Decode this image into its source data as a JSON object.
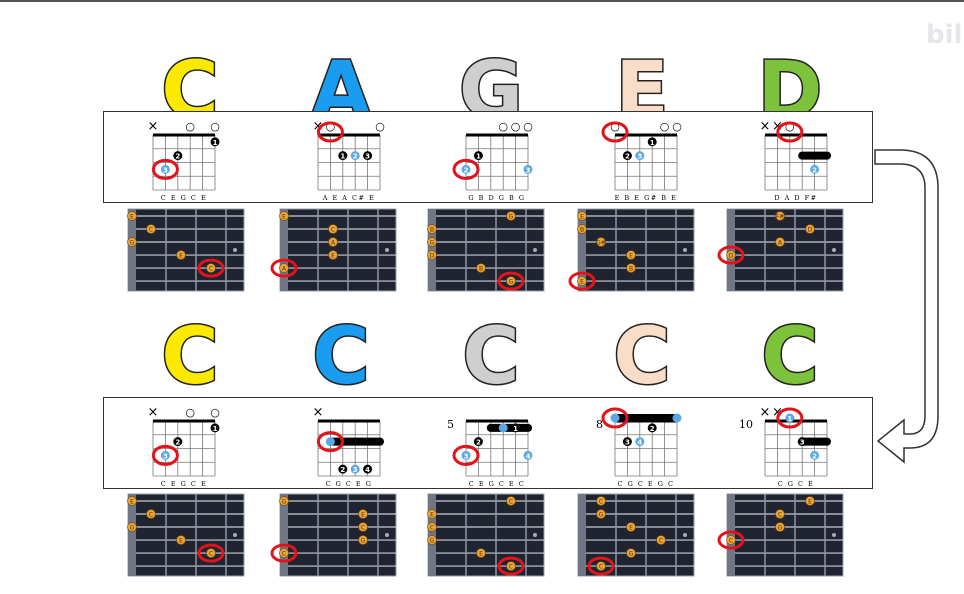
{
  "watermark": "bili",
  "colors": {
    "yellow": "#fbea00",
    "blue": "#1a9df0",
    "gray": "#cfcfcf",
    "peach": "#f9ddc8",
    "green": "#7cc23b",
    "red": "#e3131b",
    "note": "#5aa9e6",
    "fretboard": "#1f2430"
  },
  "row1": [
    {
      "letter": "C",
      "color": "yellow",
      "opens": [
        "×",
        "",
        "",
        "○",
        "",
        "○"
      ],
      "notes": "C E G C E",
      "dots": [
        {
          "s": 2,
          "f": 2,
          "t": "2"
        },
        {
          "s": 5,
          "f": 1,
          "t": "1"
        }
      ],
      "rdots": [
        {
          "s": 1,
          "f": 3,
          "t": "3"
        }
      ],
      "circ": [
        {
          "s": 1,
          "f": 3
        }
      ],
      "bar": null,
      "fretno": ""
    },
    {
      "letter": "A",
      "color": "blue",
      "opens": [
        "×",
        "○",
        "",
        "",
        "",
        "○"
      ],
      "notes": "A E A C# E",
      "dots": [
        {
          "s": 2,
          "f": 2,
          "t": "1"
        },
        {
          "s": 4,
          "f": 2,
          "t": "3"
        }
      ],
      "rdots": [
        {
          "s": 3,
          "f": 2,
          "t": "2"
        }
      ],
      "circ": [
        {
          "s": 1,
          "f": 0
        }
      ],
      "bar": null,
      "fretno": ""
    },
    {
      "letter": "G",
      "color": "gray",
      "opens": [
        "",
        "",
        "",
        "○",
        "○",
        "○"
      ],
      "notes": "G B D G B G",
      "dots": [
        {
          "s": 1,
          "f": 2,
          "t": "1"
        }
      ],
      "rdots": [
        {
          "s": 0,
          "f": 3,
          "t": "2"
        },
        {
          "s": 5,
          "f": 3,
          "t": "3"
        }
      ],
      "circ": [
        {
          "s": 0,
          "f": 3
        }
      ],
      "bar": null,
      "fretno": ""
    },
    {
      "letter": "E",
      "color": "peach",
      "opens": [
        "○",
        "",
        "",
        "",
        "○",
        "○"
      ],
      "notes": "E B E G# B E",
      "dots": [
        {
          "s": 1,
          "f": 2,
          "t": "2"
        },
        {
          "s": 3,
          "f": 1,
          "t": "1"
        }
      ],
      "rdots": [
        {
          "s": 2,
          "f": 2,
          "t": "3"
        }
      ],
      "circ": [
        {
          "s": 0,
          "f": 0
        }
      ],
      "bar": null,
      "fretno": ""
    },
    {
      "letter": "D",
      "color": "green",
      "opens": [
        "×",
        "×",
        "○",
        "",
        "",
        ""
      ],
      "notes": "D A D F#",
      "dots": [],
      "rdots": [
        {
          "s": 4,
          "f": 3,
          "t": "2"
        }
      ],
      "circ": [
        {
          "s": 2,
          "f": 0
        }
      ],
      "bar": {
        "f": 2,
        "from": 3,
        "to": 5
      },
      "fretno": ""
    }
  ],
  "row2": [
    {
      "letter": "C",
      "color": "yellow",
      "opens": [
        "×",
        "",
        "",
        "○",
        "",
        "○"
      ],
      "notes": "C E G C E",
      "dots": [
        {
          "s": 2,
          "f": 2,
          "t": "2"
        },
        {
          "s": 5,
          "f": 1,
          "t": "1"
        }
      ],
      "rdots": [
        {
          "s": 1,
          "f": 3,
          "t": "3"
        }
      ],
      "circ": [
        {
          "s": 1,
          "f": 3
        }
      ],
      "bar": null,
      "fretno": ""
    },
    {
      "letter": "C",
      "color": "blue",
      "opens": [
        "×",
        "",
        "",
        "",
        "",
        ""
      ],
      "notes": "C G C E G",
      "dots": [
        {
          "s": 2,
          "f": 4,
          "t": "2"
        },
        {
          "s": 4,
          "f": 4,
          "t": "4"
        }
      ],
      "rdots": [
        {
          "s": 1,
          "f": 2,
          "t": ""
        },
        {
          "s": 3,
          "f": 4,
          "t": "3"
        }
      ],
      "circ": [
        {
          "s": 1,
          "f": 2
        }
      ],
      "bar": {
        "f": 2,
        "from": 1,
        "to": 5
      },
      "fretno": ""
    },
    {
      "letter": "C",
      "color": "gray",
      "opens": [
        "",
        "",
        "",
        "",
        "",
        ""
      ],
      "notes": "C E G C E C",
      "dots": [
        {
          "s": 1,
          "f": 2,
          "t": "2"
        },
        {
          "s": 4,
          "f": 1,
          "t": "1"
        }
      ],
      "rdots": [
        {
          "s": 0,
          "f": 3,
          "t": "3"
        },
        {
          "s": 5,
          "f": 3,
          "t": "4"
        },
        {
          "s": 3,
          "f": 1,
          "t": ""
        }
      ],
      "circ": [
        {
          "s": 0,
          "f": 3
        }
      ],
      "bar": {
        "f": 1,
        "from": 2,
        "to": 5
      },
      "fretno": "5"
    },
    {
      "letter": "C",
      "color": "peach",
      "opens": [
        "",
        "",
        "",
        "",
        "",
        ""
      ],
      "notes": "C G C E G C",
      "dots": [
        {
          "s": 1,
          "f": 2,
          "t": "3"
        },
        {
          "s": 3,
          "f": 1,
          "t": "2"
        }
      ],
      "rdots": [
        {
          "s": 0,
          "f": 0,
          "t": ""
        },
        {
          "s": 2,
          "f": 2,
          "t": "4"
        },
        {
          "s": 5,
          "f": 0,
          "t": ""
        }
      ],
      "circ": [
        {
          "s": 0,
          "f": 0
        }
      ],
      "bar": {
        "f": 0,
        "from": 0,
        "to": 5
      },
      "fretno": "8"
    },
    {
      "letter": "C",
      "color": "green",
      "opens": [
        "×",
        "×",
        "",
        "",
        "",
        ""
      ],
      "notes": "C G C E",
      "dots": [
        {
          "s": 3,
          "f": 2,
          "t": "3"
        }
      ],
      "rdots": [
        {
          "s": 2,
          "f": 0,
          "t": "1"
        },
        {
          "s": 4,
          "f": 3,
          "t": "2"
        }
      ],
      "circ": [
        {
          "s": 2,
          "f": 0
        }
      ],
      "bar": {
        "f": 2,
        "from": 3,
        "to": 5
      },
      "fretno": "10"
    }
  ],
  "fret_row1": [
    {
      "pts": [
        {
          "s": 0,
          "f": 0,
          "t": "E"
        },
        {
          "s": 1,
          "f": 1,
          "t": "C"
        },
        {
          "s": 2,
          "f": 0,
          "t": "G"
        },
        {
          "s": 3,
          "f": 2,
          "t": "E"
        },
        {
          "s": 4,
          "f": 3,
          "t": "C"
        }
      ],
      "circ": {
        "s": 4,
        "f": 3
      }
    },
    {
      "pts": [
        {
          "s": 0,
          "f": 0,
          "t": "E"
        },
        {
          "s": 1,
          "f": 2,
          "t": "C"
        },
        {
          "s": 2,
          "f": 2,
          "t": "A"
        },
        {
          "s": 3,
          "f": 2,
          "t": "E"
        },
        {
          "s": 4,
          "f": 0,
          "t": "A"
        }
      ],
      "circ": {
        "s": 4,
        "f": 0
      }
    },
    {
      "pts": [
        {
          "s": 0,
          "f": 3,
          "t": "G"
        },
        {
          "s": 1,
          "f": 0,
          "t": "B"
        },
        {
          "s": 2,
          "f": 0,
          "t": "G"
        },
        {
          "s": 3,
          "f": 0,
          "t": "D"
        },
        {
          "s": 4,
          "f": 2,
          "t": "B"
        },
        {
          "s": 5,
          "f": 3,
          "t": "G"
        }
      ],
      "circ": {
        "s": 5,
        "f": 3
      }
    },
    {
      "pts": [
        {
          "s": 0,
          "f": 0,
          "t": "E"
        },
        {
          "s": 1,
          "f": 0,
          "t": "B"
        },
        {
          "s": 2,
          "f": 1,
          "t": "G#"
        },
        {
          "s": 3,
          "f": 2,
          "t": "E"
        },
        {
          "s": 4,
          "f": 2,
          "t": "B"
        },
        {
          "s": 5,
          "f": 0,
          "t": "E"
        }
      ],
      "circ": {
        "s": 5,
        "f": 0
      }
    },
    {
      "pts": [
        {
          "s": 0,
          "f": 2,
          "t": "F#"
        },
        {
          "s": 1,
          "f": 3,
          "t": "D"
        },
        {
          "s": 2,
          "f": 2,
          "t": "A"
        },
        {
          "s": 3,
          "f": 0,
          "t": "D"
        }
      ],
      "circ": {
        "s": 3,
        "f": 0
      }
    }
  ],
  "fret_row2": [
    {
      "pts": [
        {
          "s": 0,
          "f": 0,
          "t": "E"
        },
        {
          "s": 1,
          "f": 1,
          "t": "C"
        },
        {
          "s": 2,
          "f": 0,
          "t": "G"
        },
        {
          "s": 3,
          "f": 2,
          "t": "E"
        },
        {
          "s": 4,
          "f": 3,
          "t": "C"
        }
      ],
      "circ": {
        "s": 4,
        "f": 3
      }
    },
    {
      "pts": [
        {
          "s": 0,
          "f": 0,
          "t": "G"
        },
        {
          "s": 1,
          "f": 3,
          "t": "E"
        },
        {
          "s": 2,
          "f": 3,
          "t": "C"
        },
        {
          "s": 3,
          "f": 3,
          "t": "G"
        },
        {
          "s": 4,
          "f": 0,
          "t": "C"
        }
      ],
      "circ": {
        "s": 4,
        "f": 0
      }
    },
    {
      "pts": [
        {
          "s": 0,
          "f": 3,
          "t": "C"
        },
        {
          "s": 1,
          "f": 0,
          "t": "E"
        },
        {
          "s": 2,
          "f": 0,
          "t": "C"
        },
        {
          "s": 3,
          "f": 0,
          "t": "G"
        },
        {
          "s": 4,
          "f": 2,
          "t": "E"
        },
        {
          "s": 5,
          "f": 3,
          "t": "C"
        }
      ],
      "circ": {
        "s": 5,
        "f": 3
      }
    },
    {
      "pts": [
        {
          "s": 0,
          "f": 1,
          "t": "C"
        },
        {
          "s": 1,
          "f": 1,
          "t": "G"
        },
        {
          "s": 2,
          "f": 2,
          "t": "E"
        },
        {
          "s": 3,
          "f": 3,
          "t": "C"
        },
        {
          "s": 4,
          "f": 2,
          "t": "G"
        },
        {
          "s": 5,
          "f": 1,
          "t": "C"
        }
      ],
      "circ": {
        "s": 5,
        "f": 1
      }
    },
    {
      "pts": [
        {
          "s": 0,
          "f": 3,
          "t": "E"
        },
        {
          "s": 1,
          "f": 2,
          "t": "C"
        },
        {
          "s": 2,
          "f": 2,
          "t": "G"
        },
        {
          "s": 3,
          "f": 0,
          "t": "C"
        }
      ],
      "circ": {
        "s": 3,
        "f": 0
      }
    }
  ]
}
